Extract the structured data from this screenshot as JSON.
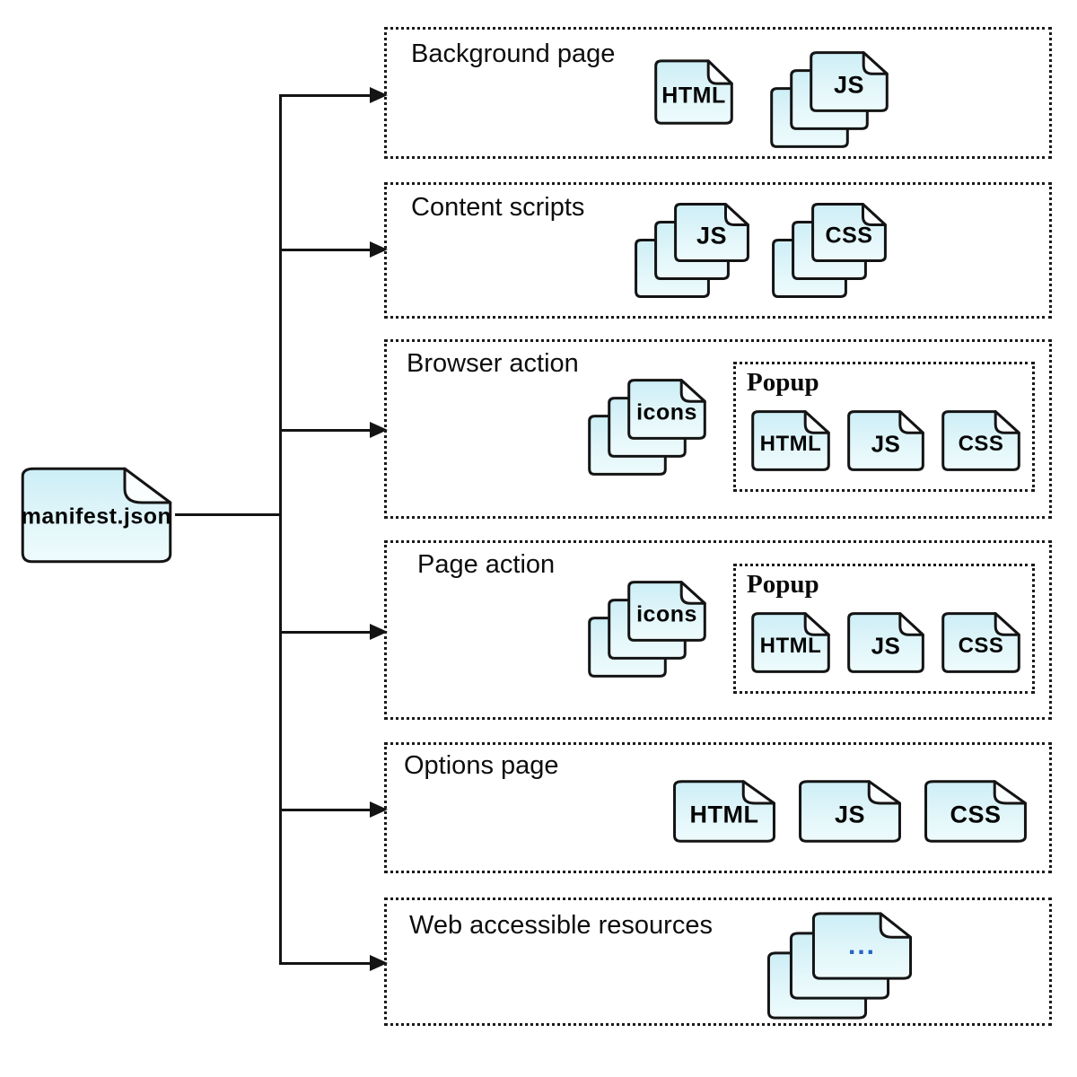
{
  "diagram": {
    "root": {
      "label": "manifest.json"
    },
    "sections": [
      {
        "name": "background-page",
        "label": "Background page",
        "items": [
          {
            "type": "file",
            "label": "HTML"
          },
          {
            "type": "stack",
            "label": "JS"
          }
        ]
      },
      {
        "name": "content-scripts",
        "label": "Content scripts",
        "items": [
          {
            "type": "stack",
            "label": "JS"
          },
          {
            "type": "stack",
            "label": "CSS"
          }
        ]
      },
      {
        "name": "browser-action",
        "label": "Browser action",
        "items": [
          {
            "type": "stack",
            "label": "icons"
          }
        ],
        "popup": {
          "label": "Popup",
          "items": [
            {
              "type": "file",
              "label": "HTML"
            },
            {
              "type": "file",
              "label": "JS"
            },
            {
              "type": "file",
              "label": "CSS"
            }
          ]
        }
      },
      {
        "name": "page-action",
        "label": "Page action",
        "items": [
          {
            "type": "stack",
            "label": "icons"
          }
        ],
        "popup": {
          "label": "Popup",
          "items": [
            {
              "type": "file",
              "label": "HTML"
            },
            {
              "type": "file",
              "label": "JS"
            },
            {
              "type": "file",
              "label": "CSS"
            }
          ]
        }
      },
      {
        "name": "options-page",
        "label": "Options page",
        "items": [
          {
            "type": "file",
            "label": "HTML"
          },
          {
            "type": "file",
            "label": "JS"
          },
          {
            "type": "file",
            "label": "CSS"
          }
        ]
      },
      {
        "name": "web-accessible-resources",
        "label": "Web accessible resources",
        "items": [
          {
            "type": "stack",
            "label": "..."
          }
        ]
      }
    ],
    "colors": {
      "file_fill_top": "#cdeef6",
      "file_fill_bottom": "#ecfafc",
      "stroke": "#141414",
      "ellipsis_text": "#2563c9",
      "background": "#ffffff"
    }
  }
}
